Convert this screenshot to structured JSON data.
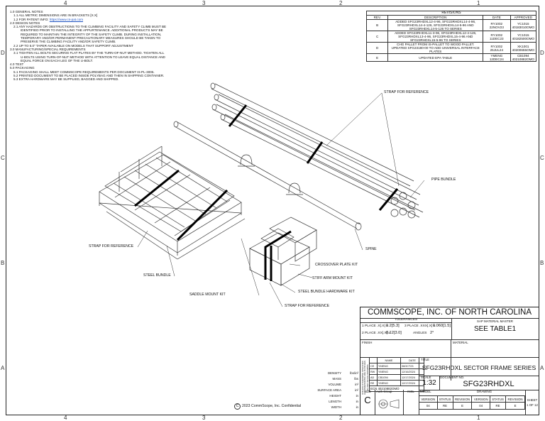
{
  "zones": {
    "top": [
      "4",
      "3",
      "2",
      "1"
    ],
    "bottom": [
      "4",
      "3",
      "2",
      "1"
    ],
    "left": [
      "D",
      "C",
      "B",
      "A"
    ],
    "right": [
      "D",
      "C",
      "B",
      "A"
    ]
  },
  "notes": [
    {
      "level": 0,
      "text": "1.0 GENERAL NOTES"
    },
    {
      "level": 1,
      "text": "1.1 ALL METRIC DIMENSIONS ARE IN BRACKETS [X.X]"
    },
    {
      "level": 1,
      "text": "1.2 FOR PATENT INFO: ",
      "link": "https://www.cs-pat.com"
    },
    {
      "level": 0,
      "text": "2.0 DESIGN NOTES"
    },
    {
      "level": 1,
      "text": "2.1 ANY HAZARDS OR OBSTRUCTIONS TO THE CLIMBING FACILITY AND SAFETY CLIMB MUST BE"
    },
    {
      "level": 2,
      "text": "IDENTIFIED PRIOR TO INSTALLING THE APPURTENANCE. ADDITIONAL PRODUCTS MAY BE"
    },
    {
      "level": 2,
      "text": "REQUIRED TO MAINTAIN THE INTEGRITY OF THE SAFETY CLIMB. DURING INSTALLATION,"
    },
    {
      "level": 2,
      "text": "TEMPORARY AND/OR PERMANENT PRECAUTIONARY MEASURES SHOULD BE TAKEN TO"
    },
    {
      "level": 2,
      "text": "PRESERVE THE CLIMBING FACILITY AND/OR SAFETY CLIMB."
    },
    {
      "level": 1,
      "text": "2.2 UP TO 5.0\" TAPER AVAILABLE ON MODELS THAT SUPPORT ADJUSTMENT"
    },
    {
      "level": 0,
      "text": "3.0 MANUFACTURING/SPECIAL REQUIREMENTS"
    },
    {
      "level": 1,
      "text": "3.1 TIGHTEN ALL BOLTS SECURING FLAT PLATES BY THE TURN-OF-NUT METHOD. TIGHTEN ALL"
    },
    {
      "level": 2,
      "text": "U-BOLTS USING TURN-OF-NUT METHOD WITH ATTENTION TO LEAVE EQUAL DISTANCE AND"
    },
    {
      "level": 2,
      "text": "EQUAL FORCE ON EACH LEG OF THE U-BOLT."
    },
    {
      "level": 0,
      "text": "4.0 TEST"
    },
    {
      "level": 0,
      "text": "5.0 PACKAGING"
    },
    {
      "level": 1,
      "text": "5.1 PACKAGING SHALL MEET COMMSCOPE REQUIREMENTS PER DOCUMENT IS-PL-3005."
    },
    {
      "level": 1,
      "text": "5.2 PRINTED DOCUMENT TO BE PLACED INSIDE POLYBAG AND THEN IN SHIPPING CONTAINER."
    },
    {
      "level": 1,
      "text": "5.3 EXTRA HARDWARE MAY BE SUPPLIED, BAGGED AND SHIPPED."
    }
  ],
  "revisions": {
    "title": "REVISIONS",
    "headers": [
      "REV.",
      "DESCRIPTION",
      "DATE",
      "APPROVED"
    ],
    "rows": [
      {
        "rev": "B",
        "desc": [
          "ADDED SFG23RHDXL12-4-96, SFG23RHDXL14-4-96,",
          "SFG23RHDXL14-4-126, SFG23RHDXL14-5-96 AND",
          "SFG23RHDXL14-5-126 TO SERIES"
        ],
        "date": [
          "RY1002",
          "22NOV23"
        ],
        "approved": [
          "YC1015",
          "40183010OMO"
        ]
      },
      {
        "rev": "C",
        "desc": [
          "ADDED SFG23RHDXL11-3-96, SFG23RHDXL12-4-126,",
          "SFG23RHDXL13-4-96, SFG23RHDXL15-4-96 AND",
          "SFG23RHDXL15-5-96 TO SERIES"
        ],
        "date": [
          "RY1002",
          "11DEC23"
        ],
        "approved": [
          "YC1015",
          "40182500OMO"
        ]
      },
      {
        "rev": "D",
        "desc": [
          "CHG PALLET FROM IS-PALLET TO WOOD PALLET.",
          "UPDATED SFG23180-00 TO ADD UNIVERSAL INTERFACE",
          "PLATES"
        ],
        "date": [
          "RY1002",
          "25JUL24"
        ],
        "approved": [
          "XK1001",
          "40200655OMO"
        ]
      },
      {
        "rev": "E",
        "desc": [
          "UPDATED EPA TABLE"
        ],
        "date": [
          "YMENG",
          "12DEC24"
        ],
        "approved": [
          "CB1094",
          "40210882OMO"
        ]
      }
    ]
  },
  "callouts": {
    "strap_top": "STRAP FOR REFERENCE",
    "pipe_bundle": "PIPE BUNDLE",
    "spine": "SPINE",
    "strap_left": "STRAP FOR REFERENCE",
    "crossover": "CROSSOVER PLATE KIT",
    "steel_bundle": "STEEL BUNDLE",
    "stiff_arm": "STIFF ARM MOUNT KIT",
    "saddle": "SADDLE MOUNT KIT",
    "hardware": "STEEL BUNDLE HARDWARE KIT",
    "strap_bottom": "STRAP FOR REFERENCE"
  },
  "copyright": "2023 CommScope, Inc. Confidential",
  "titleblock": {
    "company": "COMMSCOPE, INC. OF NORTH CAROLINA",
    "tolerances_label": "TOLERANCES",
    "tol1": "1 PLACE .X[.X] ±",
    "tol1v": "0.2[5.3]",
    "tol3": "3 PLACE .XXX[.X] ±",
    "tol3v": "0.060[1.5]",
    "tol2": "2 PLACE .XX[.X] ±",
    "tol2v": "0.12[3.0]",
    "angles": "ANGLES",
    "anglesv": "2°",
    "sap_label": "SAP MATERIAL MASTER",
    "sap_value": "SEE TABLE1",
    "finish_label": "FINISH",
    "material_label": "MATERIAL",
    "side_text": [
      "UNLESS OTHERWISE SPECIFIED",
      "ALL DIMENSIONS ARE IN INCHES",
      "DO NOT SCALE DRAWING"
    ],
    "sign_headers": [
      "NAME",
      "DATE"
    ],
    "sign_rows": [
      {
        "role": "CE",
        "name": "YMENG",
        "date": "06OCT23"
      },
      {
        "role": "RW",
        "name": "YMENG",
        "date": "12/16/2024"
      },
      {
        "role": "AD",
        "name": "CB1094",
        "date": "12/17/2024"
      },
      {
        "role": "RE",
        "name": "YMENG",
        "date": "12/17/2024"
      }
    ],
    "ecn": "ECN 40210882OMO",
    "title_label": "TITLE",
    "title": "SFG23RHDXL SECTOR FRAME SERIES",
    "scale_label": "SCALE",
    "scale": "1:32",
    "docno_label": "DOCUMENT NO.",
    "docno": "SFG23RHDXL",
    "size_label": "SIZE",
    "size": "C",
    "auth": "Auth Group",
    "insl": "INSL",
    "model_label": "MODEL",
    "drawing_label": "DRAWING",
    "sheet_label": "SHEET",
    "sheet": "1 OF 12",
    "vsr_headers": [
      "VERSION",
      "STATUS",
      "REVISION",
      "VERSION",
      "STATUS",
      "REVISION"
    ],
    "vsr_values": [
      "04",
      "RE",
      "E",
      "04",
      "RE",
      "E"
    ]
  },
  "props": [
    {
      "label": "DENSITY",
      "unit": "lbs/in³"
    },
    {
      "label": "MASS",
      "unit": "lbs"
    },
    {
      "label": "VOLUME",
      "unit": "in³"
    },
    {
      "label": "SURFACE AREA",
      "unit": "in²"
    },
    {
      "label": "HEIGHT",
      "unit": "in"
    },
    {
      "label": "LENGTH",
      "unit": "in"
    },
    {
      "label": "WIDTH",
      "unit": "in"
    }
  ]
}
